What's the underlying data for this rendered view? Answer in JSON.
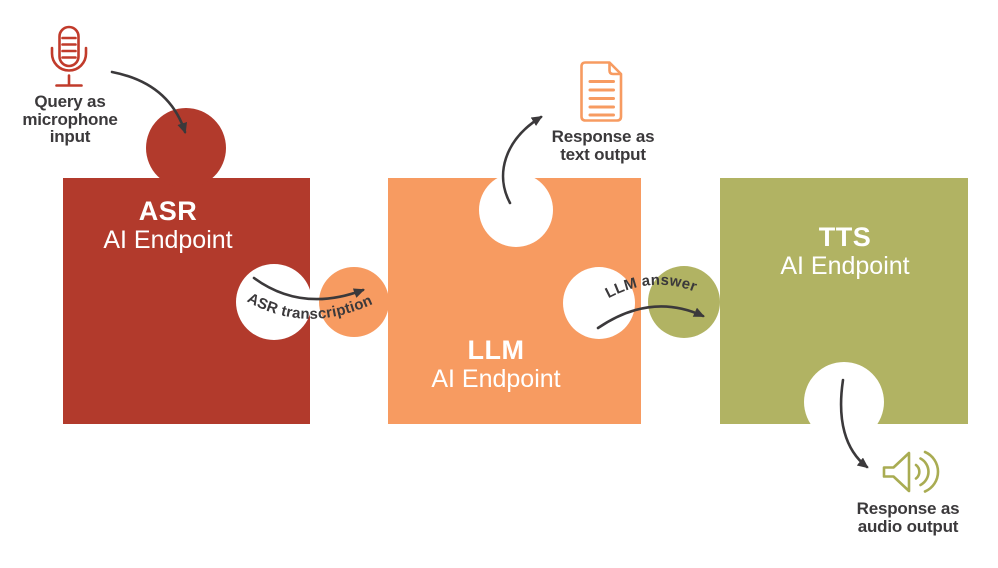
{
  "diagram": {
    "description": "Voice assistant pipeline puzzle diagram"
  },
  "pieces": [
    {
      "name": "asr",
      "title": "ASR",
      "subtitle": "AI Endpoint",
      "color": "#b23a2c"
    },
    {
      "name": "llm",
      "title": "LLM",
      "subtitle": "AI Endpoint",
      "color": "#f79b61"
    },
    {
      "name": "tts",
      "title": "TTS",
      "subtitle": "AI Endpoint",
      "color": "#b1b363"
    }
  ],
  "captions": {
    "microphone_input": "Query as\nmicrophone\ninput",
    "text_output": "Response as\ntext output",
    "audio_output": "Response as\naudio output"
  },
  "flow_labels": {
    "asr_to_llm": "ASR transcription",
    "llm_to_tts": "LLM answer"
  },
  "icons": {
    "microphone": {
      "name": "microphone-icon",
      "color": "#c13b2b"
    },
    "document": {
      "name": "document-icon",
      "color": "#f79b61"
    },
    "speaker": {
      "name": "speaker-icon",
      "color": "#a9ac52"
    }
  },
  "colors": {
    "ink": "#3b393b",
    "background": "#ffffff"
  }
}
